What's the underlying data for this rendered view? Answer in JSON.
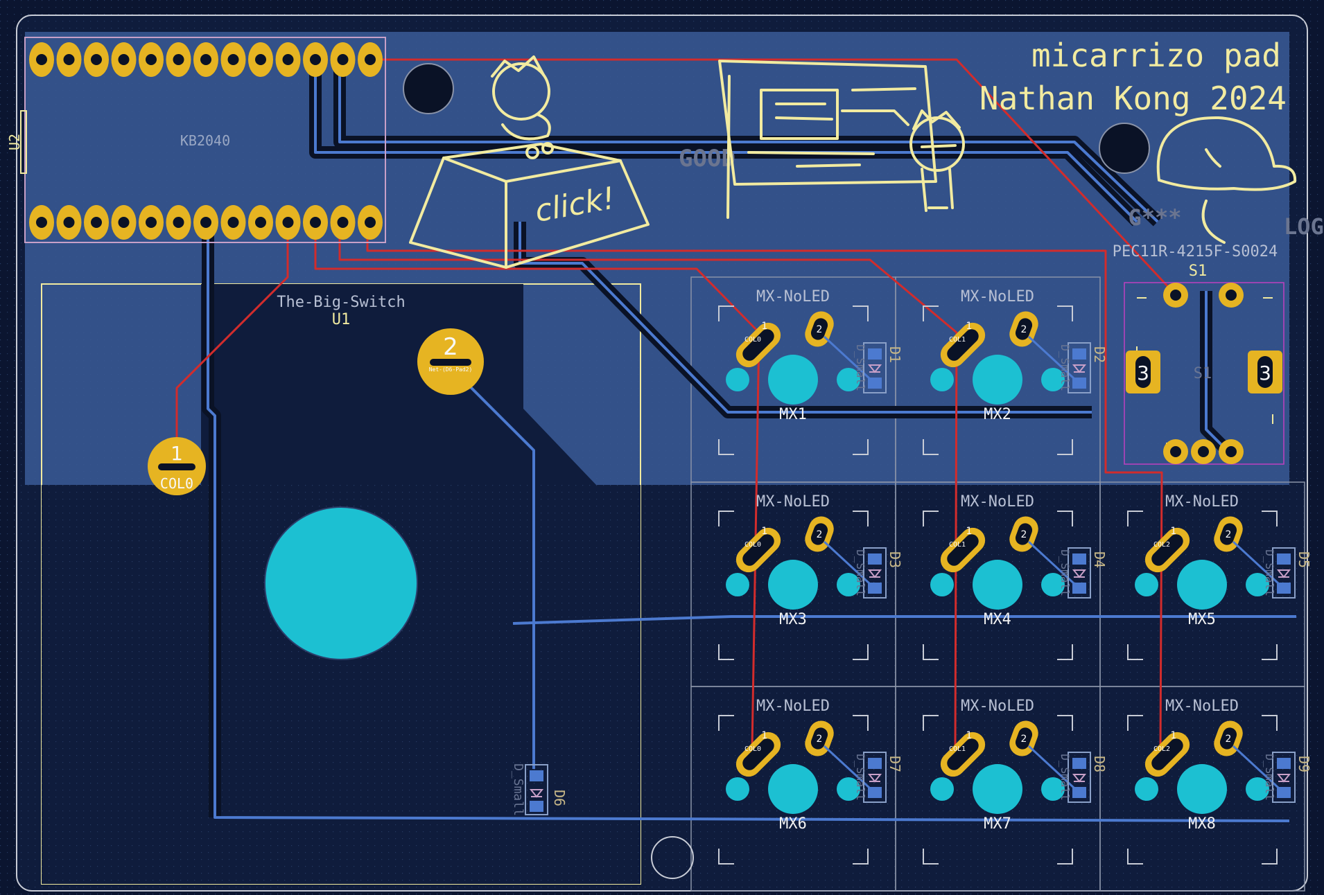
{
  "board": {
    "title_line1": "micarrizo pad",
    "title_line2": "Nathan Kong 2024"
  },
  "mcu": {
    "value": "KB2040",
    "ref": "U2"
  },
  "big_switch": {
    "value": "The-Big-Switch",
    "ref": "U1",
    "pad1_num": "1",
    "pad1_net": "COL0",
    "pad2_num": "2",
    "pad2_net": "Net-(D6-Pad2)"
  },
  "encoder": {
    "value": "PEC11R-4215F-S0024",
    "ref_top": "S1",
    "ref_center": "S1",
    "mount_pad": "3"
  },
  "silk_texts": {
    "goop": "GOOD",
    "gsss": "G***",
    "logo_partial": "LOG"
  },
  "keys": [
    {
      "value": "MX-NoLED",
      "ref": "MX1",
      "diode": "D1",
      "pad1": "1",
      "pad1_net": "COL0",
      "pad2": "2",
      "diode_value": "D_Small"
    },
    {
      "value": "MX-NoLED",
      "ref": "MX2",
      "diode": "D2",
      "pad1": "1",
      "pad1_net": "COL1",
      "pad2": "2",
      "diode_value": "D_Small"
    },
    {
      "value": "MX-NoLED",
      "ref": "MX3",
      "diode": "D3",
      "pad1": "1",
      "pad1_net": "COL0",
      "pad2": "2",
      "diode_value": "D_Small"
    },
    {
      "value": "MX-NoLED",
      "ref": "MX4",
      "diode": "D4",
      "pad1": "1",
      "pad1_net": "COL1",
      "pad2": "2",
      "diode_value": "D_Small"
    },
    {
      "value": "MX-NoLED",
      "ref": "MX5",
      "diode": "D5",
      "pad1": "1",
      "pad1_net": "COL2",
      "pad2": "2",
      "diode_value": "D_Small"
    },
    {
      "value": "MX-NoLED",
      "ref": "MX6",
      "diode": "D7",
      "pad1": "1",
      "pad1_net": "COL0",
      "pad2": "2",
      "diode_value": "D_Small"
    },
    {
      "value": "MX-NoLED",
      "ref": "MX7",
      "diode": "D8",
      "pad1": "1",
      "pad1_net": "COL1",
      "pad2": "2",
      "diode_value": "D_Small"
    },
    {
      "value": "MX-NoLED",
      "ref": "MX8",
      "diode": "D9",
      "pad1": "1",
      "pad1_net": "COL2",
      "pad2": "2",
      "diode_value": "D_Small"
    }
  ],
  "d6": {
    "ref": "D6",
    "value": "D_Small"
  },
  "art": {
    "click_text": "click!"
  },
  "colors": {
    "background": "#0b1530",
    "board_fill": "#0f1c3c",
    "copper_top_zone": "#3a5a96",
    "pad": "#e6b422",
    "drill": "#1cc0d2",
    "track_front": "#d22c2c",
    "track_back": "#4c7ad0",
    "silk": "#f2eba0"
  }
}
